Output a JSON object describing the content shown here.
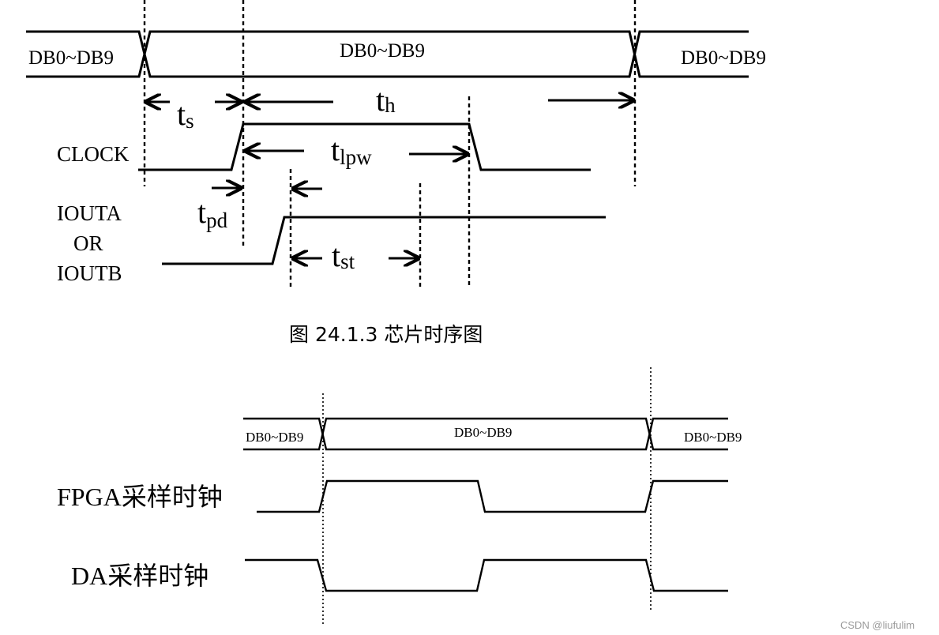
{
  "diagram1": {
    "bus_left": "DB0~DB9",
    "bus_mid": "DB0~DB9",
    "bus_right": "DB0~DB9",
    "clock_label": "CLOCK",
    "iout_label_1": "IOUTA",
    "iout_label_2": "OR",
    "iout_label_3": "IOUTB",
    "t_s": {
      "base": "t",
      "sub": "s"
    },
    "t_h": {
      "base": "t",
      "sub": "h"
    },
    "t_lpw": {
      "base": "t",
      "sub": "lpw"
    },
    "t_pd": {
      "base": "t",
      "sub": "pd"
    },
    "t_st": {
      "base": "t",
      "sub": "st"
    },
    "caption": "图  24.1.3  芯片时序图"
  },
  "diagram2": {
    "bus_left": "DB0~DB9",
    "bus_mid": "DB0~DB9",
    "bus_right": "DB0~DB9",
    "fpga_label": "FPGA采样时钟",
    "da_label": "DA采样时钟"
  },
  "watermark": "CSDN @liufulim"
}
